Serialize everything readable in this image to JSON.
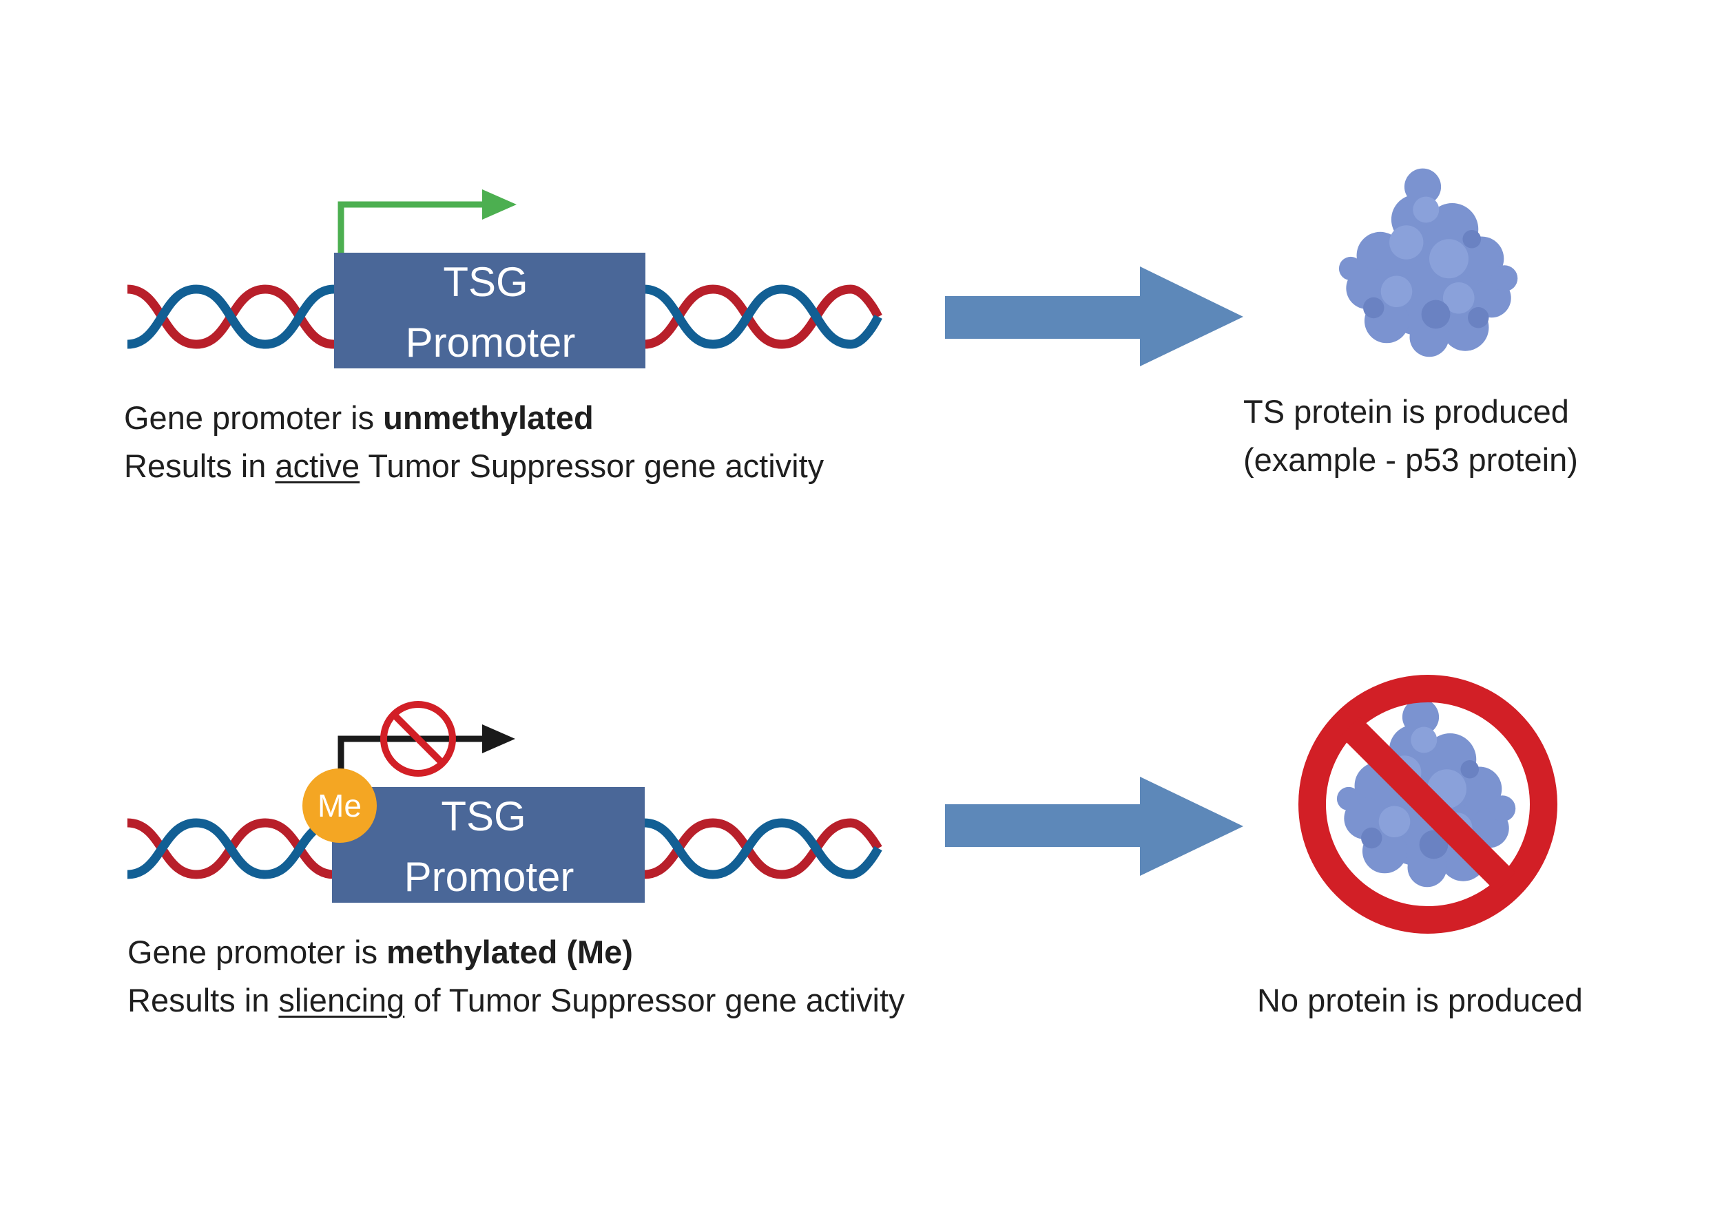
{
  "top": {
    "box": {
      "line1": "TSG",
      "line2": "Promoter"
    },
    "caption": {
      "line1_prefix": "Gene promoter is ",
      "line1_bold": "unmethylated",
      "line2_prefix": "Results in ",
      "line2_underlined": "active",
      "line2_suffix": " Tumor Suppressor gene activity"
    },
    "result": {
      "line1": "TS protein is produced",
      "line2": "(example - p53 protein)"
    }
  },
  "bottom": {
    "box": {
      "line1": "TSG",
      "line2": "Promoter"
    },
    "methyl_label": "Me",
    "caption": {
      "line1_prefix": "Gene promoter is ",
      "line1_bold": "methylated (Me)",
      "line2_prefix": "Results in ",
      "line2_underlined": "sliencing",
      "line2_suffix": " of Tumor Suppressor gene activity"
    },
    "result": {
      "line1": "No protein is produced"
    }
  },
  "colors": {
    "dna_red": "#b81f2a",
    "dna_blue": "#125f94",
    "promoter_box": "#4a6798",
    "arrow_active": "#4caf50",
    "arrow_blocked": "#1a1a1a",
    "flow_arrow": "#5d88b9",
    "methyl": "#f4a623",
    "no_symbol": "#d21f26",
    "protein": "#7b93d0"
  },
  "icons": [
    "dna-helix-icon",
    "transcription-arrow-icon",
    "protein-icon",
    "no-symbol-icon",
    "methyl-group-icon"
  ]
}
